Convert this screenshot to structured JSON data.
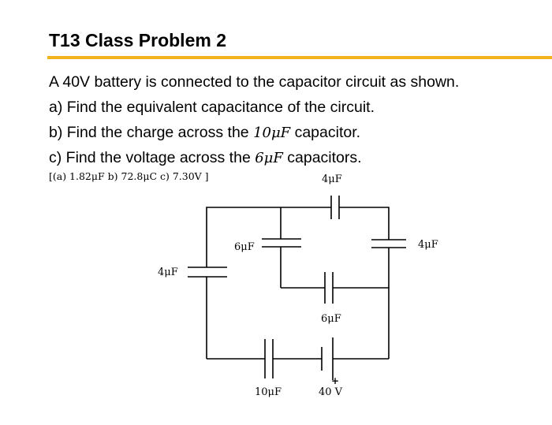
{
  "title": "T13 Class Problem 2",
  "accent_color": "#F2B21C",
  "problem": {
    "intro": "A 40V battery is connected to the capacitor circuit as shown.",
    "a_prefix": "a)  Find the equivalent capacitance of the circuit.",
    "b_prefix": "b)  Find the charge across the ",
    "b_math": "10μF",
    "b_suffix": " capacitor.",
    "c_prefix": "c)  Find the voltage across the ",
    "c_math": "6μF",
    "c_suffix": " capacitors."
  },
  "answers": "[(a) 1.82μF b) 72.8μC c) 7.30V ]",
  "circuit": {
    "top_cap_label": "4μF",
    "left_mid_cap_label": "6μF",
    "right_cap_label": "4μF",
    "left_cap_label": "4μF",
    "mid_cap_label": "6μF",
    "bottom_cap_label": "10μF",
    "battery_label": "40 V",
    "battery_plus": "+"
  }
}
